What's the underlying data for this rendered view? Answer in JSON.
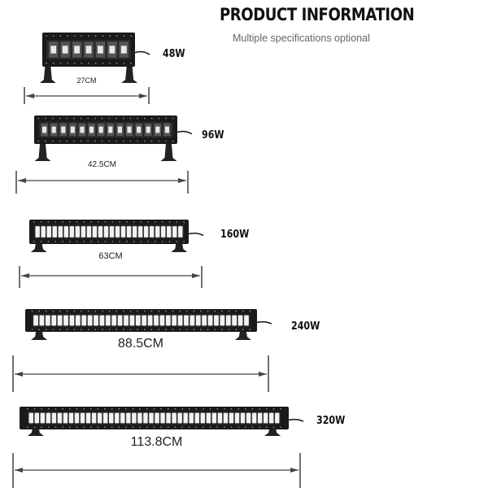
{
  "header": {
    "title": "PRODUCT INFORMATION",
    "subtitle": "Multiple specifications optional"
  },
  "products": [
    {
      "watt": "48W",
      "length": "27CM",
      "bar_color": "#1a1a1a",
      "lens_color": "#e8e8e8",
      "cell_style": "square"
    },
    {
      "watt": "96W",
      "length": "42.5CM",
      "bar_color": "#1a1a1a",
      "lens_color": "#e8e8e8",
      "cell_style": "square"
    },
    {
      "watt": "160W",
      "length": "63CM",
      "bar_color": "#1a1a1a",
      "lens_color": "#f2f2f2",
      "cell_style": "slot"
    },
    {
      "watt": "240W",
      "length": "88.5CM",
      "bar_color": "#1a1a1a",
      "lens_color": "#f2f2f2",
      "cell_style": "slot"
    },
    {
      "watt": "320W",
      "length": "113.8CM",
      "bar_color": "#1a1a1a",
      "lens_color": "#f2f2f2",
      "cell_style": "slot"
    }
  ]
}
